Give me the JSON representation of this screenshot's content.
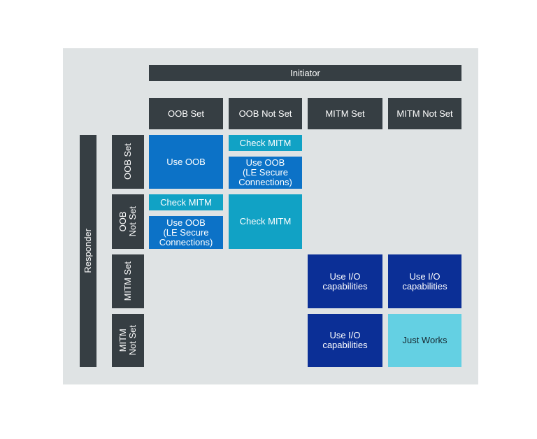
{
  "initiator_label": "Initiator",
  "responder_label": "Responder",
  "initiator_cols": [
    "OOB Set",
    "OOB Not Set",
    "MITM Set",
    "MITM Not Set"
  ],
  "responder_rows": [
    "OOB Set",
    "OOB\nNot Set",
    "MITM Set",
    "MITM\nNot Set"
  ],
  "cells": {
    "oob_oob": "Use OOB",
    "oob_oobnot_check": "Check MITM",
    "oob_oobnot_use": "Use OOB\n(LE Secure\nConnections)",
    "oobnot_oob_check": "Check MITM",
    "oobnot_oob_use": "Use OOB\n(LE Secure\nConnections)",
    "oobnot_oobnot": "Check MITM",
    "mitm_mitm": "Use I/O\ncapabilities",
    "mitm_mitmnot": "Use I/O\ncapabilities",
    "mitmnot_mitm": "Use I/O\ncapabilities",
    "mitmnot_mitmnot": "Just Works"
  },
  "colors": {
    "panel": "#dfe3e4",
    "header": "#363e43",
    "use_oob": "#0c72c7",
    "check_mitm": "#11a2c5",
    "use_io": "#0b2f96",
    "just_works": "#64d0e3"
  }
}
